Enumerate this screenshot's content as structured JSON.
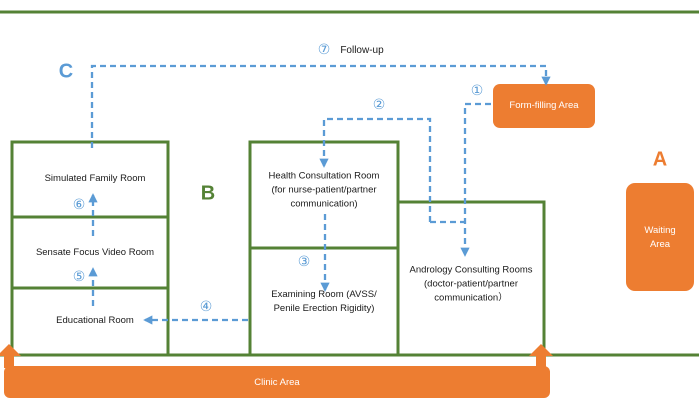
{
  "colors": {
    "green": "#548235",
    "orange": "#ED7D31",
    "blue": "#5B9BD5",
    "text": "#1A1A1A"
  },
  "area_letters": {
    "a": "A",
    "b": "B",
    "c": "C"
  },
  "areas": {
    "waiting": "Waiting\nArea",
    "form_filling": "Form-filling Area",
    "clinic": "Clinic Area"
  },
  "rooms": {
    "simulated_family": "Simulated Family Room",
    "sensate_focus_video": "Sensate Focus Video Room",
    "educational": "Educational Room",
    "health_consultation": "Health Consultation Room\n(for nurse-patient/partner\ncommunication)",
    "examining": "Examining Room (AVSS/\nPenile Erection Rigidity)",
    "andrology": "Andrology Consulting Rooms\n(doctor-patient/partner\ncommunication）"
  },
  "steps": {
    "s1": "①",
    "s2": "②",
    "s3": "③",
    "s4": "④",
    "s5": "⑤",
    "s6": "⑥",
    "s7": "⑦",
    "follow_up": "Follow-up"
  }
}
